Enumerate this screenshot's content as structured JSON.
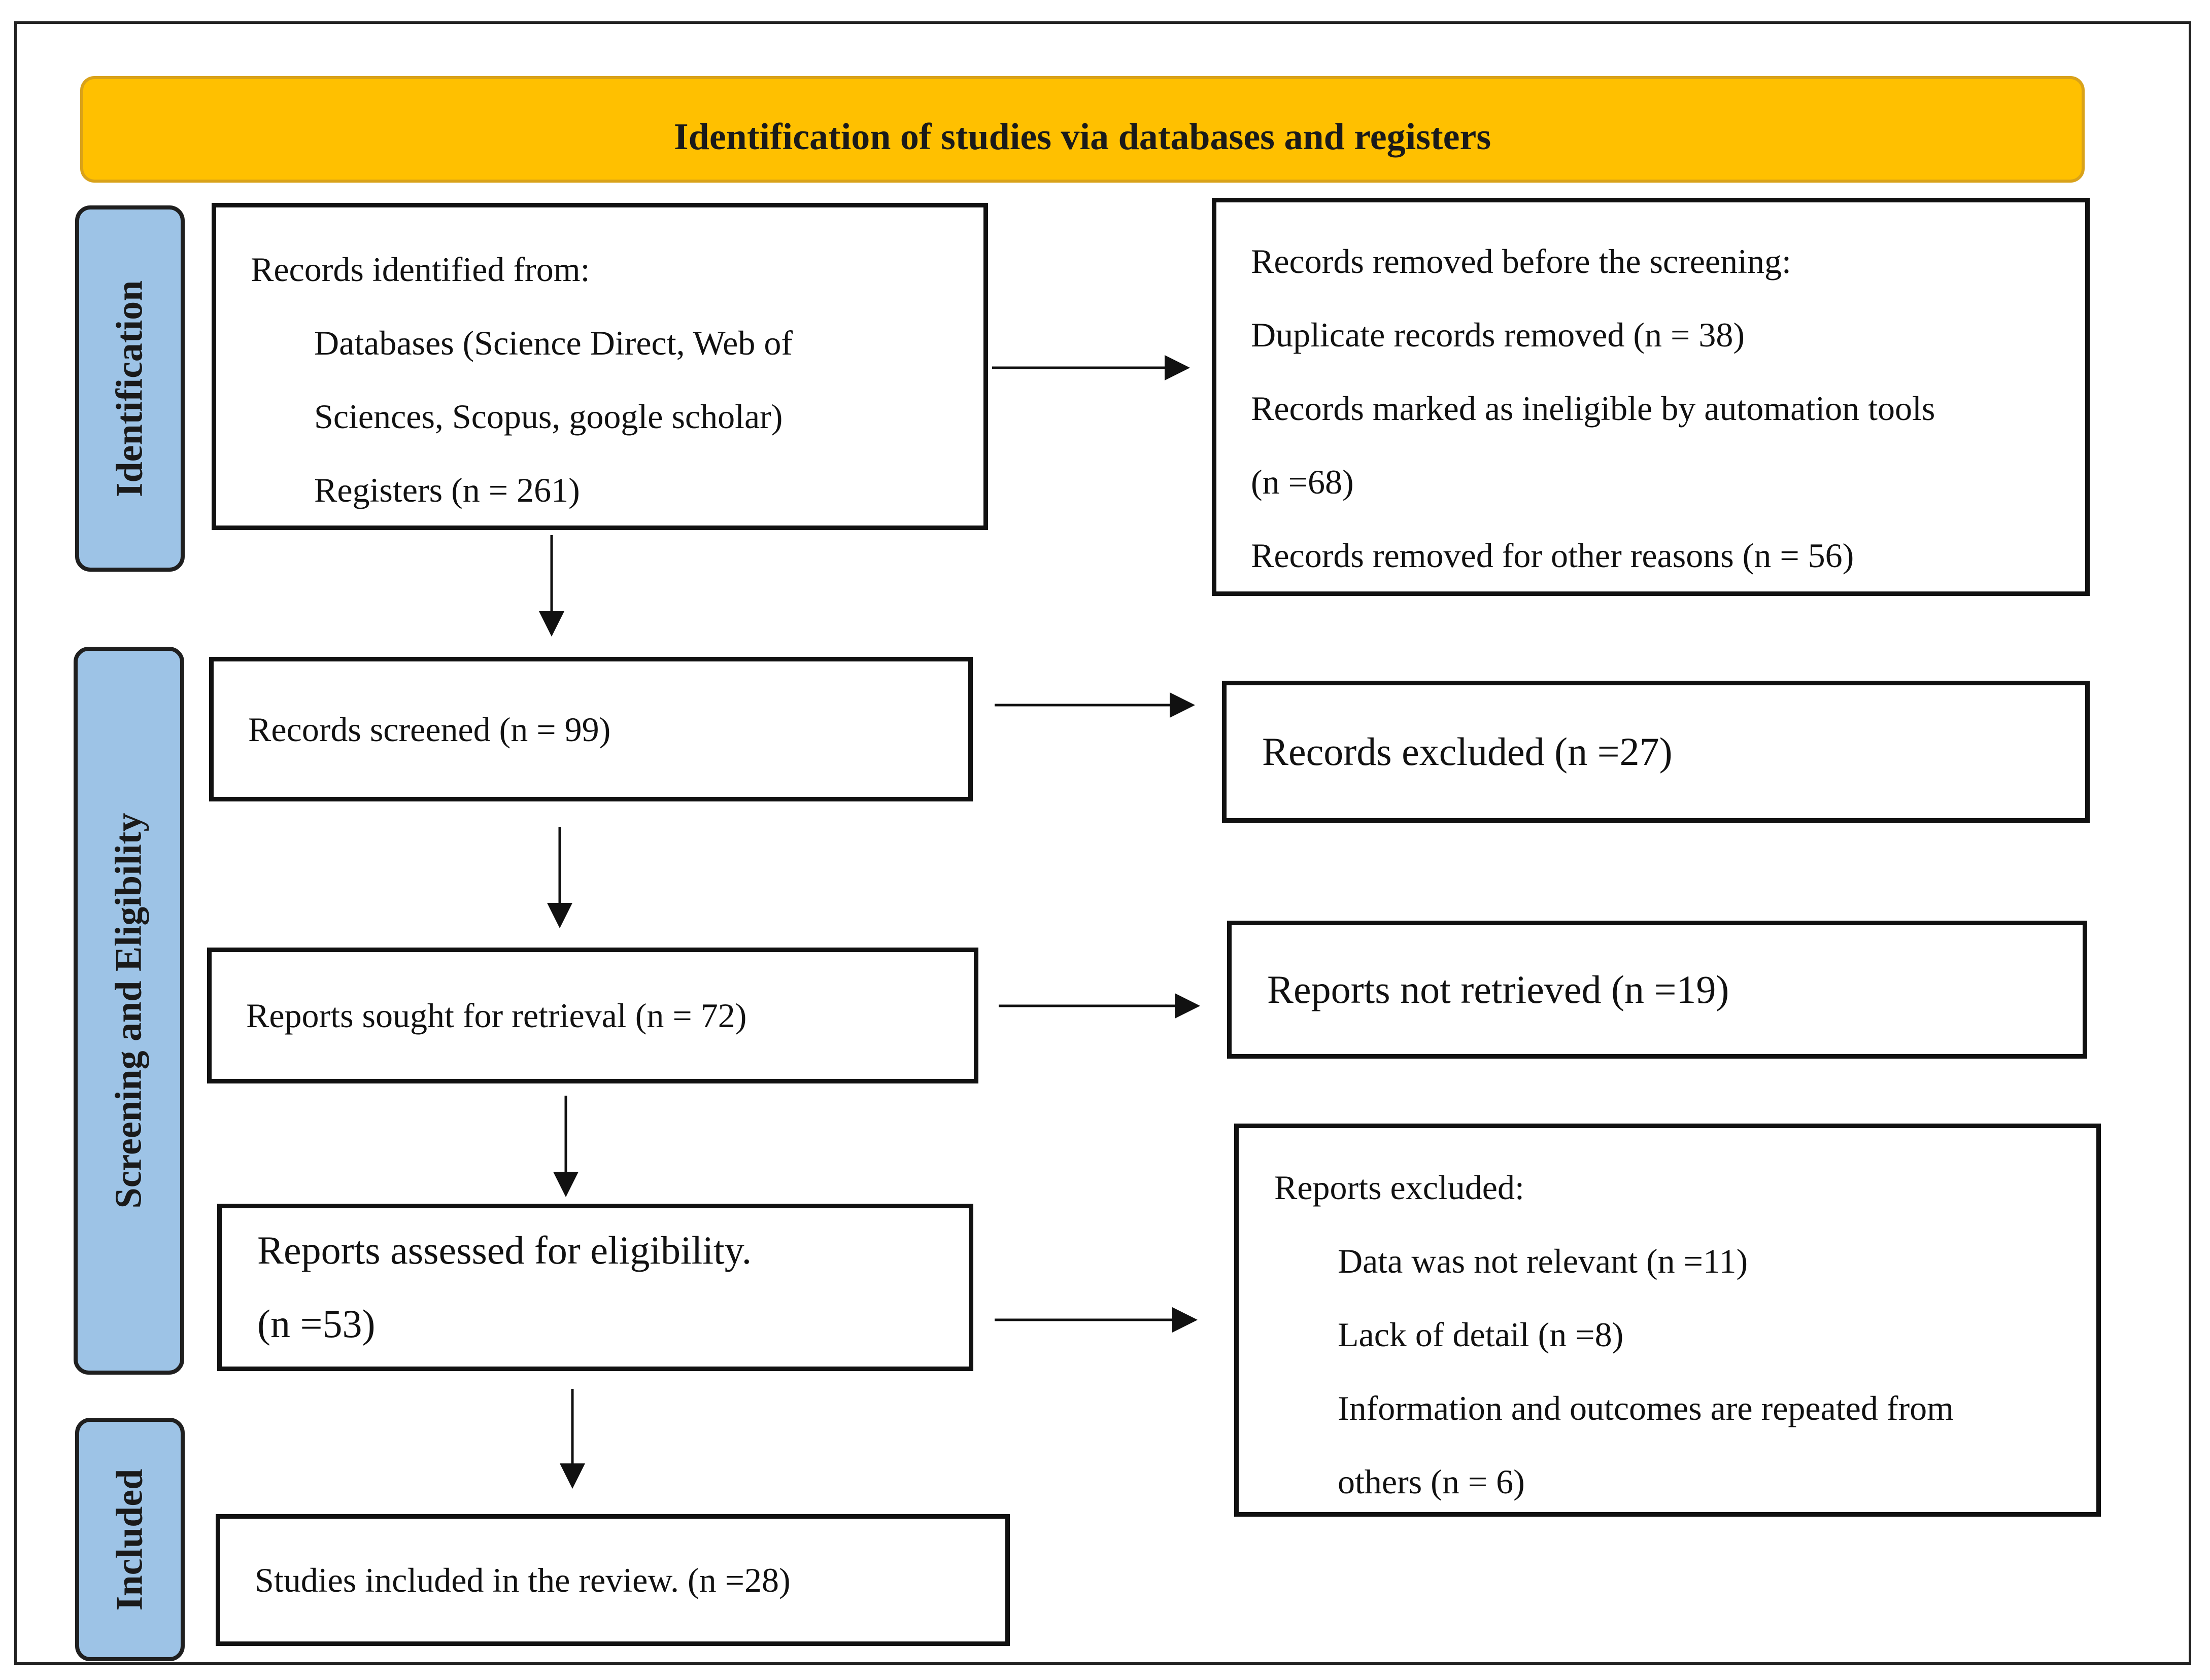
{
  "banner": {
    "title": "Identification of studies via databases and registers"
  },
  "stages": {
    "identification": "Identification",
    "screening": "Screening and Eligibility",
    "included": "Included"
  },
  "identified": {
    "heading": "Records identified from:",
    "line1": "Databases (Science Direct, Web of",
    "line2": "Sciences, Scopus, google scholar)",
    "line3": "Registers (n = 261)"
  },
  "removed": {
    "heading": "Records removed before the screening:",
    "duplicates": "Duplicate records removed (n = 38)",
    "ineligible": "Records marked as ineligible by automation tools",
    "ineligible_n": "(n =68)",
    "other": "Records removed for other reasons (n = 56)"
  },
  "screened": {
    "label": "Records screened (n = 99)"
  },
  "excluded_records": {
    "label": "Records excluded (n =27)"
  },
  "sought": {
    "label": "Reports sought for retrieval (n = 72)"
  },
  "not_retrieved": {
    "label": "Reports not retrieved (n =19)"
  },
  "assessed": {
    "line1": "Reports assessed for eligibility.",
    "line2": "(n =53)"
  },
  "reports_excluded": {
    "heading": "Reports excluded:",
    "reason1": "Data was not relevant (n =11)",
    "reason2": "Lack of detail (n =8)",
    "reason3a": "Information and outcomes are repeated from",
    "reason3b": "others (n = 6)"
  },
  "included": {
    "label": "Studies included in the review. (n =28)"
  },
  "colors": {
    "banner": "#FFC000",
    "stage": "#9DC3E6",
    "line": "#111111"
  }
}
